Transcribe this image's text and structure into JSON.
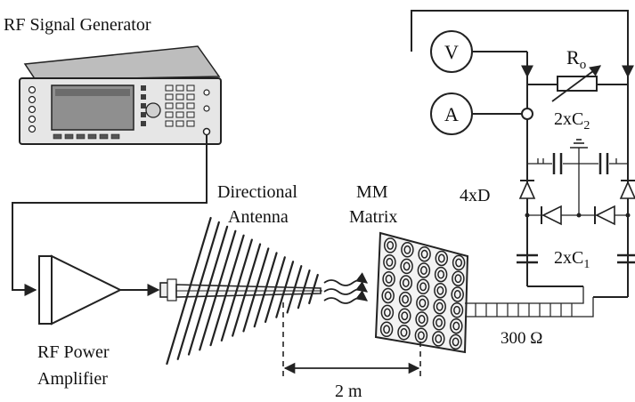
{
  "labels": {
    "signal_generator": "RF Signal Generator",
    "antenna_line1": "Directional",
    "antenna_line2": "Antenna",
    "matrix_line1": "MM",
    "matrix_line2": "Matrix",
    "amplifier_line1": "RF Power",
    "amplifier_line2": "Amplifier",
    "distance": "2 m",
    "impedance": "300 Ω",
    "voltmeter": "V",
    "ammeter": "A",
    "load_resistor": "R",
    "load_resistor_sub": "o",
    "capacitor_top": "2xC",
    "capacitor_top_sub": "2",
    "capacitor_bottom": "2xC",
    "capacitor_bottom_sub": "1",
    "diodes": "4xD"
  },
  "matrix": {
    "rows": 6,
    "cols": 5
  },
  "colors": {
    "stroke": "#222222",
    "panel_light": "#e4e4e4",
    "panel_dark": "#5a5a5a",
    "screen": "#9a9a9a"
  }
}
